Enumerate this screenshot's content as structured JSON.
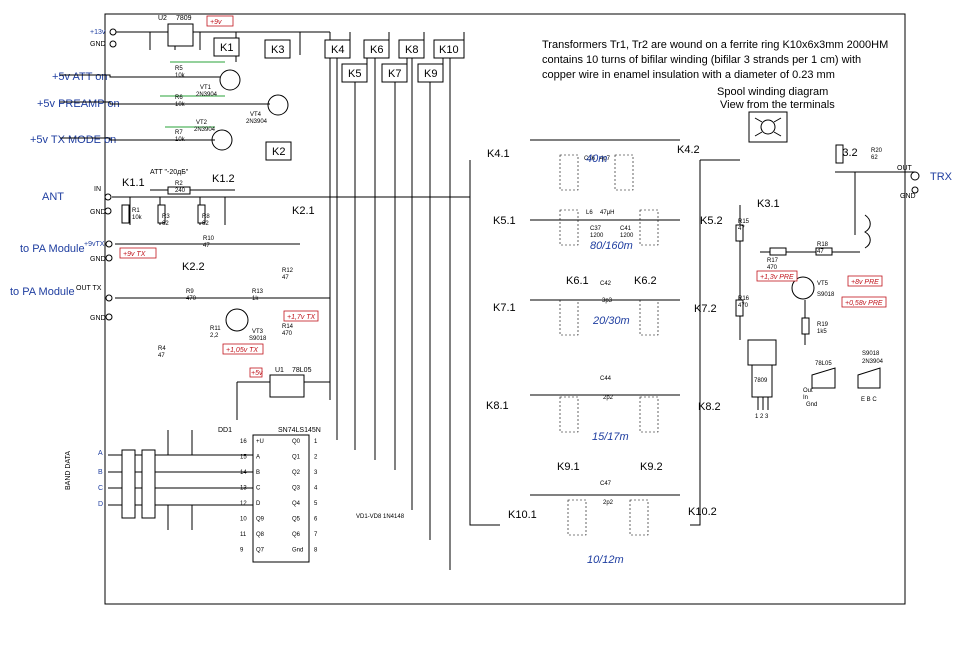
{
  "description_lines": [
    "Transformers Tr1, Tr2 are wound on a ferrite ring K10x6x3mm 2000HM",
    "contains 10 turns of bifilar winding (bifilar 3 strands per 1 cm) with",
    "copper wire in enamel insulation with a diameter of 0.23 mm"
  ],
  "spool_title": "Spool winding diagram",
  "spool_subtitle": "View from the terminals",
  "left_labels": {
    "plus13v": "+13v",
    "gnd": "GND",
    "att": "+5v ATT on",
    "preamp": "+5v PREAMP on",
    "txmode": "+5v TX MODE on",
    "ant": "ANT",
    "in": "IN",
    "pa1": "to PA Module",
    "vtx": "+9vTX",
    "pa2": "to PA Module",
    "outtx": "OUT TX",
    "band_data": "BAND DATA"
  },
  "band_bits": [
    "A",
    "B",
    "C",
    "D"
  ],
  "right_labels": {
    "out": "OUT",
    "trx": "TRX",
    "gnd": "GND"
  },
  "relays_top": [
    "K1",
    "K3",
    "K4",
    "K6",
    "K8",
    "K10",
    "K5",
    "K7",
    "K9",
    "K2"
  ],
  "ics": {
    "u2": "U2",
    "u2_part": "7809",
    "plus9v": "+9v",
    "u1": "U1",
    "u1_part": "78L05",
    "plus5v": "+5v",
    "dd1": "DD1",
    "dd1_part": "SN74LS145N",
    "diodes": "VD1-VD8  1N4148"
  },
  "dd1_left_pins": [
    "16",
    "15",
    "14",
    "13",
    "12",
    "10",
    "11",
    "9"
  ],
  "dd1_left_names": [
    "+U",
    "A",
    "B",
    "C",
    "D",
    "Q9",
    "Q8",
    "Q7"
  ],
  "dd1_right_pins": [
    "1",
    "2",
    "3",
    "4",
    "5",
    "6",
    "7",
    "8"
  ],
  "dd1_right_names": [
    "Q0",
    "Q1",
    "Q2",
    "Q3",
    "Q4",
    "Q5",
    "Q6",
    "Gnd"
  ],
  "transistors": {
    "vt1": "VT1",
    "vt1_part": "2N3904",
    "vt2": "VT2",
    "vt2_part": "2N3904",
    "vt4": "VT4",
    "vt4_part": "2N3904",
    "vt3": "VT3",
    "vt3_part": "S9018",
    "vt5": "VT5",
    "vt5_part": "S9018"
  },
  "att_label": "ATT \"-20дБ\"",
  "voltages": {
    "v9tx": "+9v TX",
    "v17": "+1,7v TX",
    "v105": "+1,05v TX",
    "v13": "+1,3v PRE",
    "v8": "+8v PRE",
    "v058": "+0,58v PRE"
  },
  "filter_bands": [
    "40m",
    "80/160m",
    "20/30m",
    "15/17m",
    "10/12m"
  ],
  "filter_relays": [
    "K4.1",
    "K4.2",
    "K5.1",
    "K5.2",
    "K6.1",
    "K6.2",
    "K7.1",
    "K7.2",
    "K8.1",
    "K8.2",
    "K9.1",
    "K9.2",
    "K10.1",
    "K10.2"
  ],
  "rf_relays": [
    "K1.1",
    "K1.2",
    "K2.1",
    "K2.2",
    "K3.1",
    "K3.2"
  ],
  "resistors": [
    {
      "ref": "R1",
      "val": "10k"
    },
    {
      "ref": "R2",
      "val": "240"
    },
    {
      "ref": "R3",
      "val": "62"
    },
    {
      "ref": "R4",
      "val": "47"
    },
    {
      "ref": "R5",
      "val": "10k"
    },
    {
      "ref": "R6",
      "val": "10k"
    },
    {
      "ref": "R7",
      "val": "10k"
    },
    {
      "ref": "R8",
      "val": "62"
    },
    {
      "ref": "R9",
      "val": "470"
    },
    {
      "ref": "R10",
      "val": "47"
    },
    {
      "ref": "R11",
      "val": "2,2"
    },
    {
      "ref": "R12",
      "val": "47"
    },
    {
      "ref": "R13",
      "val": "1k"
    },
    {
      "ref": "R14",
      "val": "470"
    },
    {
      "ref": "R15",
      "val": "47"
    },
    {
      "ref": "R16",
      "val": "470"
    },
    {
      "ref": "R17",
      "val": "470"
    },
    {
      "ref": "R18",
      "val": "47"
    },
    {
      "ref": "R19",
      "val": "1k5"
    },
    {
      "ref": "R20",
      "val": "62"
    }
  ],
  "caps_misc": {
    "c36": "C36",
    "c36v": "4p7",
    "l6": "L6",
    "l6v": "47μH",
    "c42": "C42",
    "c42v": "3p3",
    "c44": "C44",
    "c44v": "2p2",
    "c47": "C47",
    "c47v": "2p2",
    "c37": "C37",
    "c37v": "1200",
    "c41": "C41",
    "c41v": "1200"
  },
  "pinout": {
    "p7809": "7809",
    "p78l05": "78L05",
    "p9018": "S9018",
    "p3904": "2N3904",
    "pins": "1 2 3",
    "out": "Out",
    "in": "In",
    "gnd": "Gnd",
    "ebc": "E B C"
  }
}
